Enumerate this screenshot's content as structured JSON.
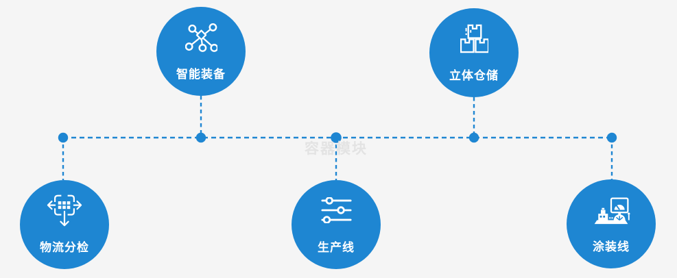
{
  "diagram": {
    "watermark": "容器模块",
    "nodes": [
      {
        "id": "smart-equipment",
        "label": "智能装备",
        "icon": "network-nodes-icon"
      },
      {
        "id": "stereo-warehouse",
        "label": "立体仓储",
        "icon": "stacked-boxes-icon"
      },
      {
        "id": "logistics-sorting",
        "label": "物流分检",
        "icon": "move-sort-icon"
      },
      {
        "id": "production-line",
        "label": "生产线",
        "icon": "sliders-icon"
      },
      {
        "id": "painting-line",
        "label": "涂装线",
        "icon": "control-station-icon"
      }
    ],
    "colors": {
      "node_fill": "#1e86d2",
      "connector": "#1e86d2",
      "background": "#f5f5f5",
      "label_text": "#ffffff",
      "watermark_text": "#e3e3e3"
    }
  }
}
